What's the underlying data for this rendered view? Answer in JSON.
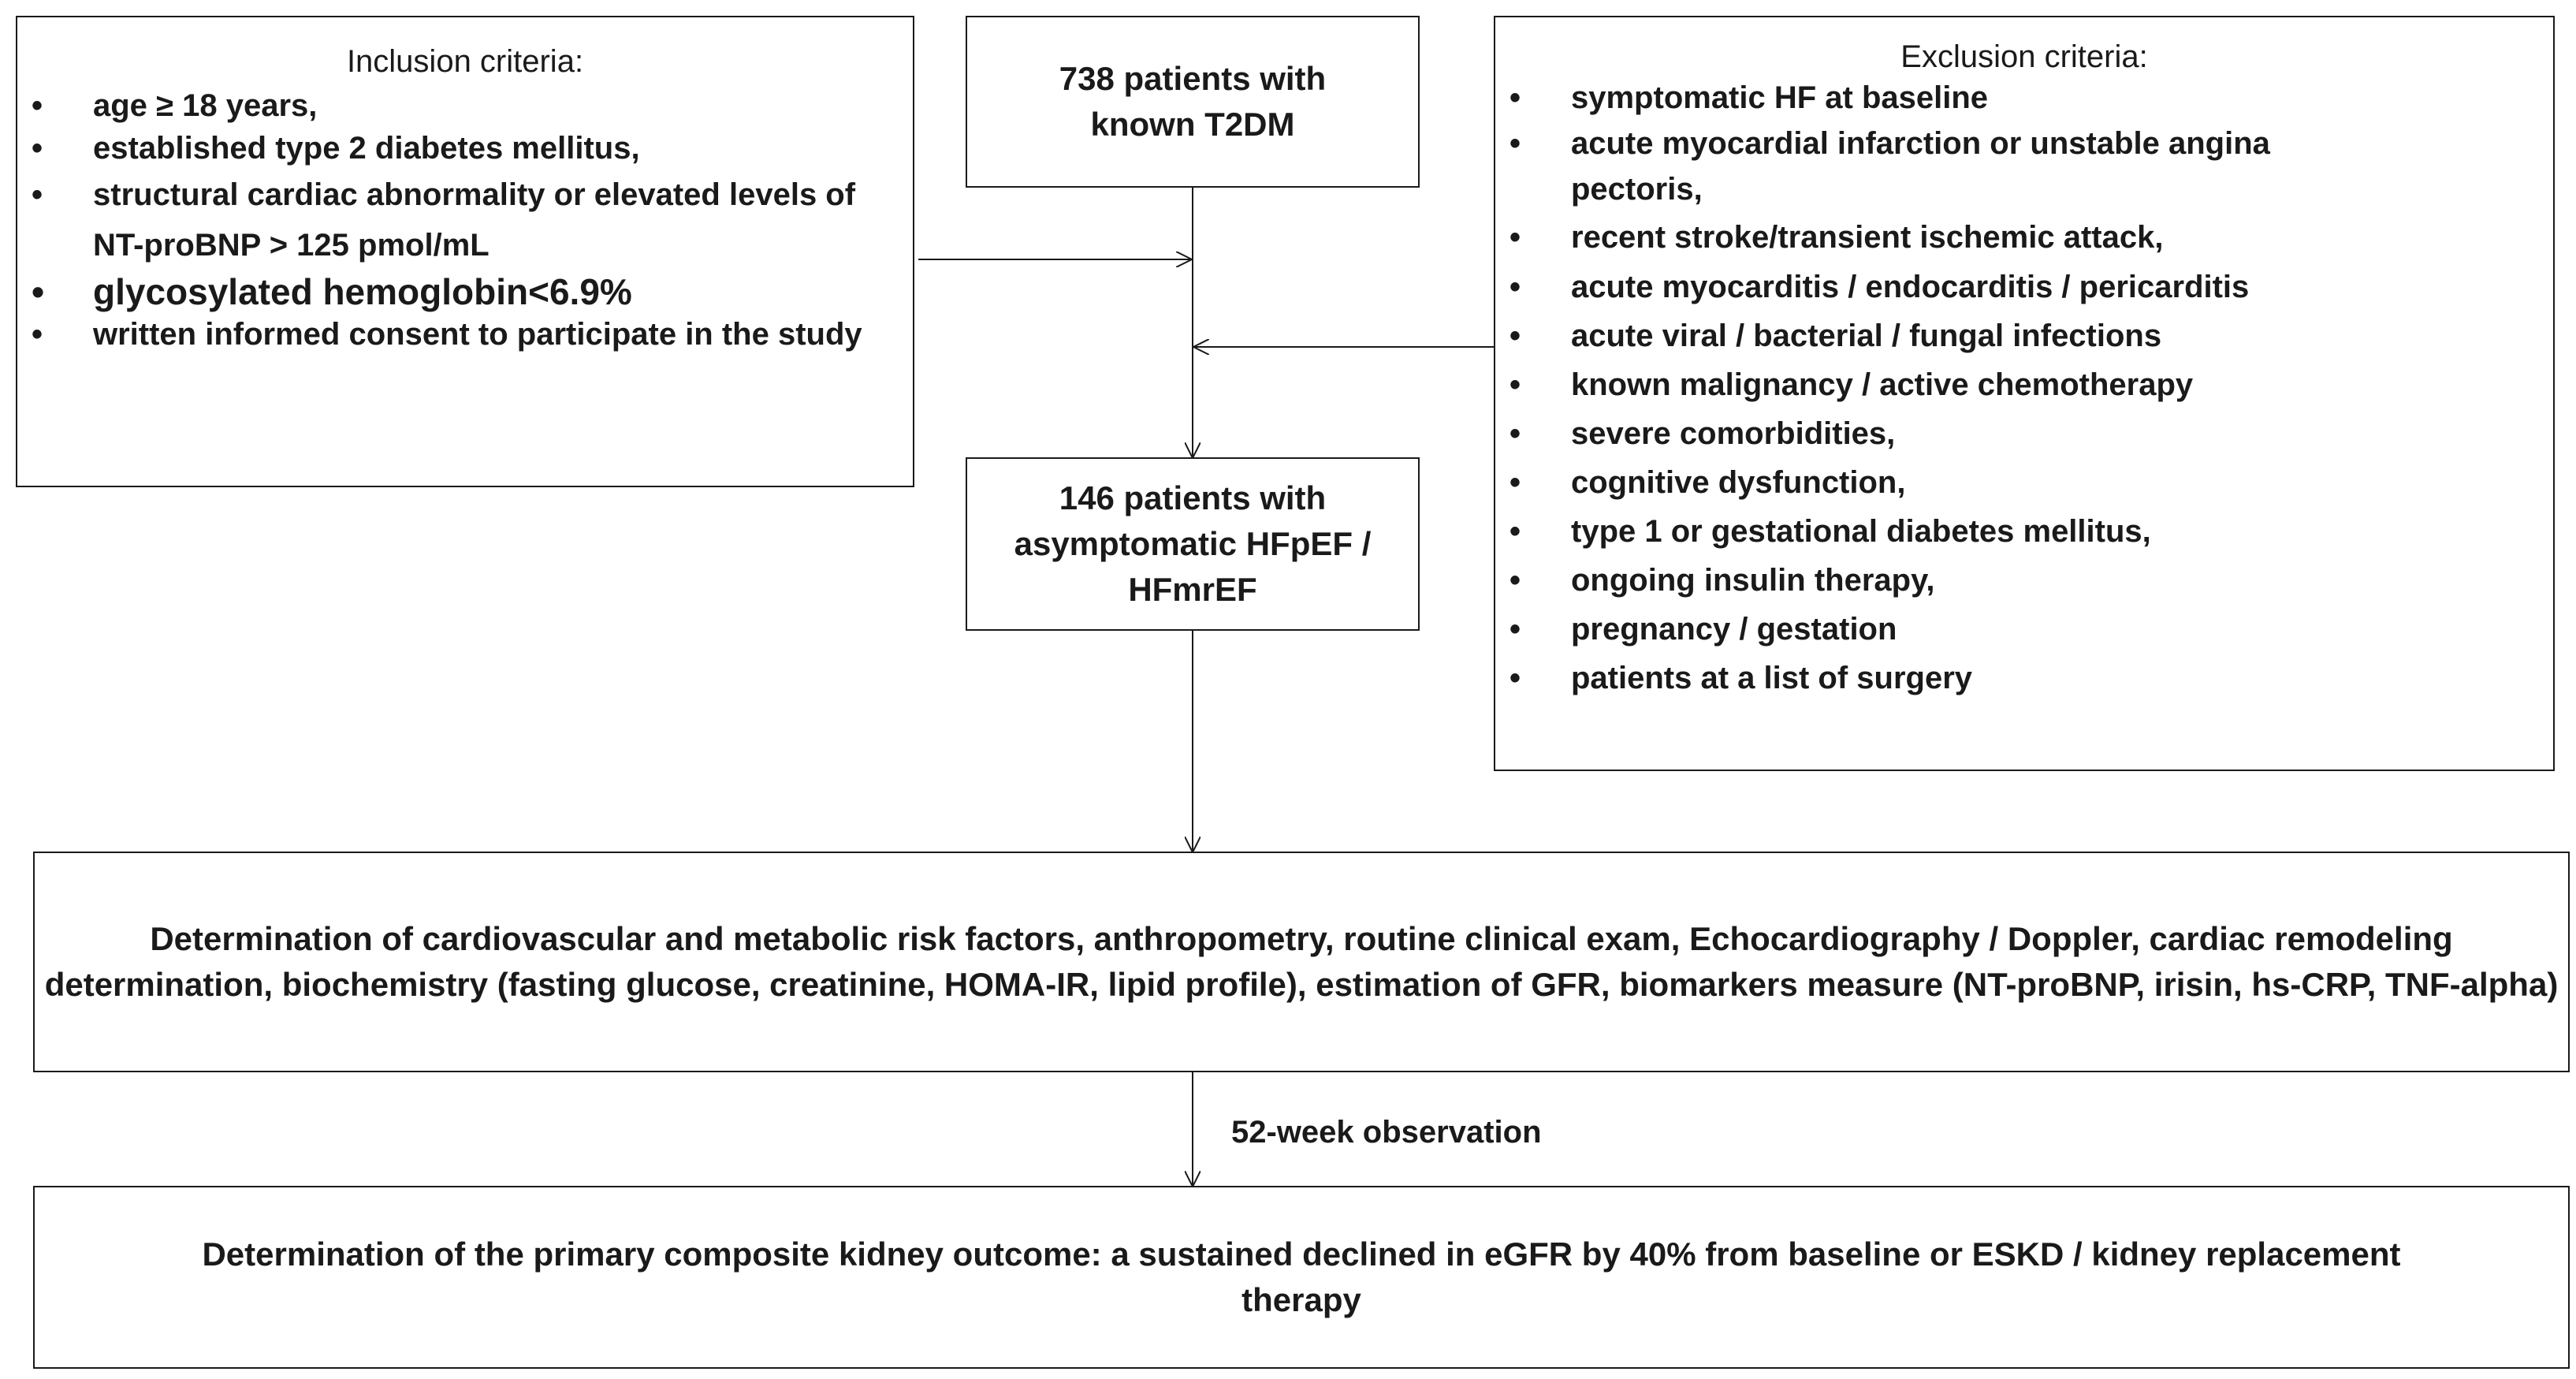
{
  "inclusion": {
    "title": "Inclusion criteria:",
    "items": [
      "age ≥ 18 years,",
      "established type 2 diabetes mellitus,",
      "structural cardiac abnormality or elevated levels of NT-proBNP > 125 pmol/mL",
      "glycosylated hemoglobin<6.9%",
      "written informed consent to participate in the study"
    ]
  },
  "start_box": {
    "text": "738 patients with known T2DM"
  },
  "exclusion": {
    "title": "Exclusion criteria:",
    "items": [
      "symptomatic HF at baseline",
      "acute myocardial infarction or unstable angina pectoris,",
      "recent stroke/transient ischemic attack,",
      "acute myocarditis / endocarditis / pericarditis",
      "acute viral / bacterial / fungal infections",
      "known malignancy / active chemotherapy",
      "severe comorbidities,",
      "cognitive dysfunction,",
      "type 1 or gestational diabetes mellitus,",
      "ongoing insulin therapy,",
      "pregnancy / gestation",
      "patients at a list of surgery"
    ]
  },
  "selected_box": {
    "text": "146 patients with asymptomatic HFpEF / HFmrEF"
  },
  "determination_box": {
    "text": "Determination of cardiovascular and metabolic risk factors, anthropometry, routine clinical exam, Echocardiography / Doppler, cardiac remodeling determination, biochemistry (fasting glucose, creatinine, HOMA-IR, lipid profile), estimation of GFR, biomarkers measure (NT-proBNP, irisin, hs-CRP, TNF-alpha)"
  },
  "observation_label": "52-week observation",
  "outcome_box": {
    "text": "Determination of the primary composite kidney outcome: a sustained declined in eGFR by 40% from baseline or ESKD / kidney replacement therapy"
  }
}
